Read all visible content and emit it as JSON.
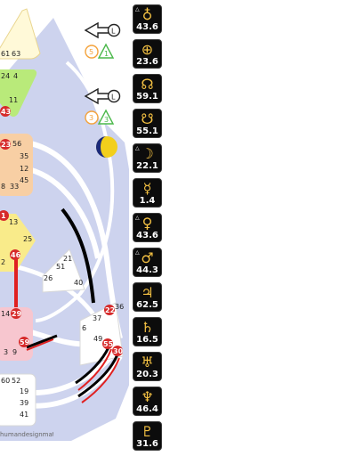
{
  "footer_url": "humandesignmatrix.com",
  "chart": {
    "head_gates": [
      "61",
      "63"
    ],
    "ajna_gates": [
      "24",
      "4",
      "11"
    ],
    "throat_gates": [
      "56",
      "35",
      "12",
      "45",
      "8",
      "33"
    ],
    "throat_activated": [
      "43",
      "23"
    ],
    "g_gates": [
      "13",
      "25",
      "2"
    ],
    "g_activated": [
      "1",
      "46"
    ],
    "ego_gates": [
      "21",
      "51",
      "26",
      "40"
    ],
    "sacral_gates": [
      "14",
      "9",
      "3"
    ],
    "sacral_activated": [
      "29",
      "59"
    ],
    "spleen_gates": [
      "36",
      "37",
      "6",
      "49"
    ],
    "spleen_activated": [
      "22",
      "55",
      "30"
    ],
    "root_gates": [
      "60",
      "52",
      "19",
      "39",
      "41"
    ]
  },
  "arrows": {
    "design": {
      "top_direction": "L",
      "top_tone": "5",
      "top_color": "1"
    },
    "personality": {
      "top_direction": "L",
      "top_tone": "3",
      "top_color": "3"
    }
  },
  "moon_icon": "moon-phase-icon",
  "planets": [
    {
      "name": "earth",
      "glyph": "♁",
      "value": "43.6",
      "tri": "△"
    },
    {
      "name": "earth",
      "glyph": "⊕",
      "value": "23.6",
      "tri": ""
    },
    {
      "name": "north-node",
      "glyph": "☊",
      "value": "59.1",
      "tri": ""
    },
    {
      "name": "south-node",
      "glyph": "☋",
      "value": "55.1",
      "tri": ""
    },
    {
      "name": "moon",
      "glyph": "☽",
      "value": "22.1",
      "tri": "△"
    },
    {
      "name": "mercury",
      "glyph": "☿",
      "value": "1.4",
      "tri": ""
    },
    {
      "name": "venus",
      "glyph": "♀",
      "value": "43.6",
      "tri": "△"
    },
    {
      "name": "mars",
      "glyph": "♂",
      "value": "44.3",
      "tri": "△"
    },
    {
      "name": "jupiter",
      "glyph": "♃",
      "value": "62.5",
      "tri": ""
    },
    {
      "name": "saturn",
      "glyph": "♄",
      "value": "16.5",
      "tri": ""
    },
    {
      "name": "uranus",
      "glyph": "♅",
      "value": "20.3",
      "tri": ""
    },
    {
      "name": "neptune",
      "glyph": "♆",
      "value": "46.4",
      "tri": ""
    },
    {
      "name": "pluto",
      "glyph": "♇",
      "value": "31.6",
      "tri": ""
    }
  ],
  "colors": {
    "background_body": "#cdd3ee",
    "head": "#fff9d8",
    "ajna": "#b9ea7a",
    "throat": "#f8cfa4",
    "g_center": "#f9eb8a",
    "sacral": "#f7c6cf",
    "defined_channel": "#000000",
    "design_channel": "#e02020",
    "activation_badge": "#d62a2a",
    "planet_glyph": "#f5c243",
    "arrow_green": "#4ab84a",
    "arrow_orange": "#f4a23a"
  }
}
